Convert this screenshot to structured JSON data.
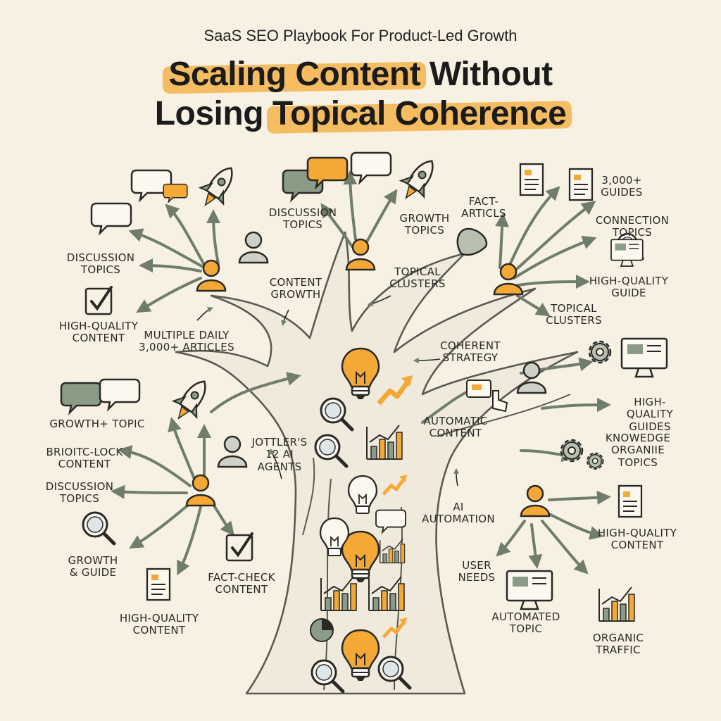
{
  "header": {
    "subtitle": "SaaS SEO Playbook For Product-Led Growth",
    "title_line1_highlight": "Scaling Content",
    "title_line1_rest": " Without",
    "title_line2_plain": "Losing ",
    "title_line2_highlight": "Topical Coherence"
  },
  "colors": {
    "background": "#f6f1e3",
    "accent": "#f4a936",
    "green": "#8a9b86",
    "ink": "#2a2926",
    "grey_person": "#cfd0c6"
  },
  "labels": {
    "tl_discussion": "DISCUSSION\nTOPICS",
    "tl_high_quality": "HIGH-QUALITY\nCONTENT",
    "multiple_daily": "MULTIPLE DAILY\n3,000+ ARTICLES",
    "content_growth": "CONTENT\nGROWTH",
    "mid_discussion": "DISCUSSION\nTOPICS",
    "mid_growth": "GROWTH\nTOPICS",
    "topical_clusters_mid": "TOPICAL\nCLUSTERS",
    "fact_articles": "FACT-\nARTICLS",
    "guides_3000": "3,000+\nGUIDES",
    "connection_topics": "CONNECTION\nTOPICS",
    "tr_high_quality_guide": "HIGH-QUALITY\nGUIDE",
    "tr_topical_clusters": "TOPICAL\nCLUSTERS",
    "coherent_strategy": "COHERENT\nSTRATEGY",
    "growth_topic": "GROWTH+ TOPIC",
    "brioitc_lock": "BRIOITC-LOCK\nCONTENT",
    "ml_discussion": "DISCUSSION\nTOPICS",
    "growth_guide": "GROWTH\n& GUIDE",
    "fact_check": "FACT-CHECK\nCONTENT",
    "bl_high_quality": "HIGH-QUALITY\nCONTENT",
    "jottlers_agents": "JOTTLER'S\n12 AI\nAGENTS",
    "automatic_content": "AUTOMATIC\nCONTENT",
    "ai_automation": "AI\nAUTOMATION",
    "mr_high_quality_guides": "HIGH-QUALITY\nGUIDES",
    "knowedge_organiie": "KNOWEDGE\nORGANIIE\nTOPICS",
    "br_high_quality": "HIGH-QUALITY\nCONTENT",
    "user_needs": "USER\nNEEDS",
    "automated_topic": "AUTOMATED\nTOPIC",
    "organic_traffic": "ORGANIC\nTRAFFIC"
  },
  "icons": [
    "chat-bubble-icon",
    "rocket-icon",
    "person-icon",
    "checkmark-icon",
    "document-icon",
    "lightbulb-icon",
    "magnifier-icon",
    "bar-chart-icon",
    "trend-arrow-icon",
    "gear-icon",
    "monitor-icon",
    "cursor-hand-icon",
    "pie-chart-icon"
  ]
}
